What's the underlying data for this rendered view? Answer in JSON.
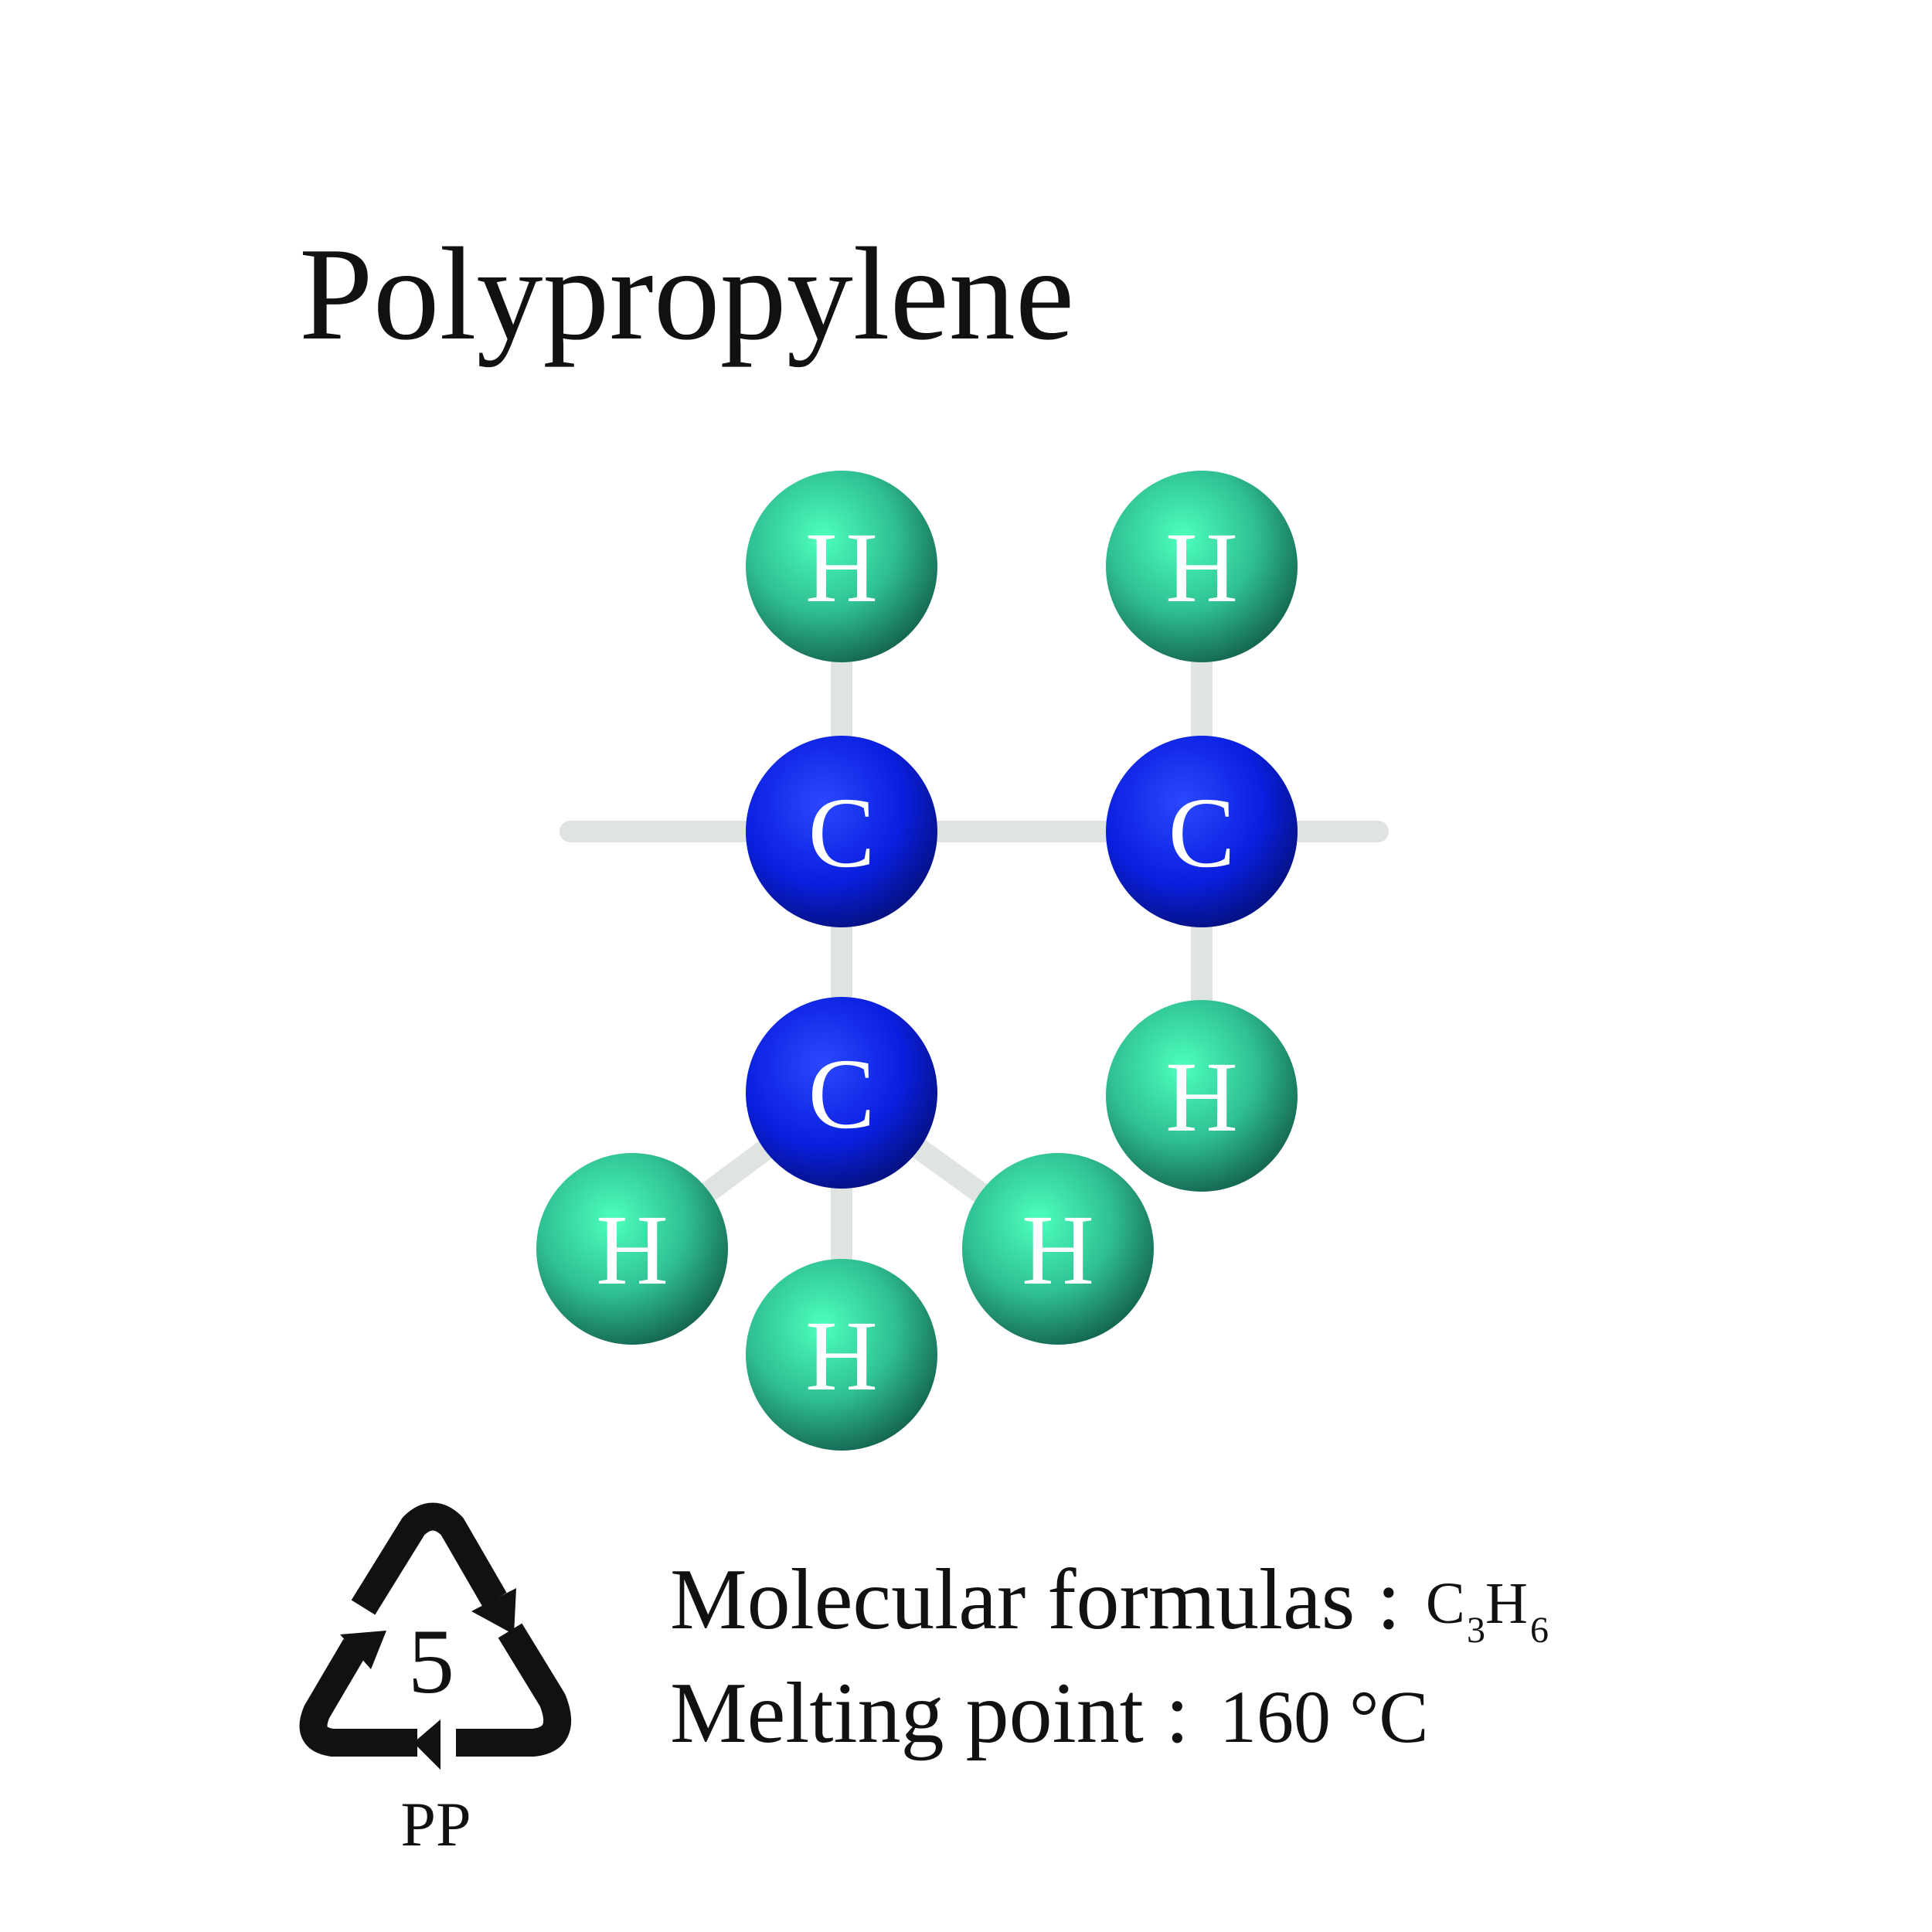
{
  "title": "Polypropylene",
  "molecule": {
    "atoms": [
      {
        "id": "h1",
        "symbol": "H"
      },
      {
        "id": "h2",
        "symbol": "H"
      },
      {
        "id": "c1",
        "symbol": "C"
      },
      {
        "id": "c2",
        "symbol": "C"
      },
      {
        "id": "c3",
        "symbol": "C"
      },
      {
        "id": "h3",
        "symbol": "H"
      },
      {
        "id": "h4",
        "symbol": "H"
      },
      {
        "id": "h5",
        "symbol": "H"
      },
      {
        "id": "h6",
        "symbol": "H"
      }
    ],
    "colors": {
      "carbon": "#0a1fe0",
      "hydrogen": "#2fbf93",
      "bond": "#dfe3e2"
    }
  },
  "recycle": {
    "number": "5",
    "code": "PP",
    "icon": "recycling-triangle-icon"
  },
  "info": {
    "formula_label": "Molecular formulas :",
    "formula": {
      "c": "C",
      "c_sub": "3",
      "h": "H",
      "h_sub": "6"
    },
    "melting_label": "Melting point :",
    "melting_value": "160 °C"
  }
}
